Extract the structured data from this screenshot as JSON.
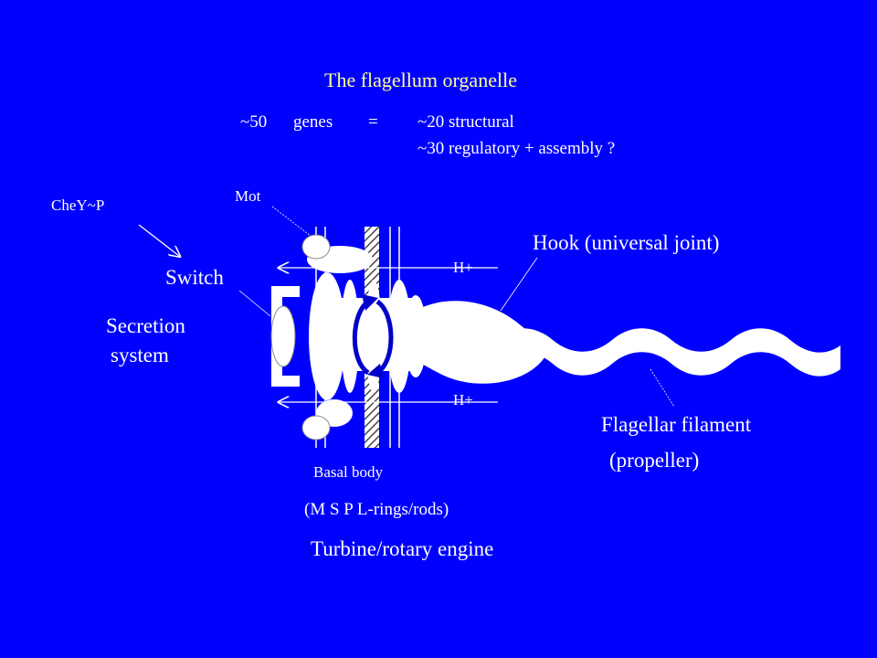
{
  "title": "The flagellum organelle",
  "genes": {
    "count": "~50",
    "word": "genes",
    "equals": "=",
    "structural": "~20 structural",
    "regulatory": "~30 regulatory + assembly ?"
  },
  "labels": {
    "chey": "CheY~P",
    "mot": "Mot",
    "switch": "Switch",
    "secretion_line1": "Secretion",
    "secretion_line2": "system",
    "h_plus_top": "H+",
    "h_plus_bottom": "H+",
    "hook": "Hook (universal joint)",
    "filament_line1": "Flagellar filament",
    "filament_line2": "(propeller)",
    "basal_body": "Basal body",
    "rings": "(M  S P    L-rings/rods)",
    "turbine": "Turbine/rotary engine"
  },
  "colors": {
    "background": "#0000FF",
    "title": "#FFFF99",
    "text": "#FFFFFF",
    "shape_fill": "#FFFFFF",
    "rotation_arrow": "#0000CC"
  }
}
